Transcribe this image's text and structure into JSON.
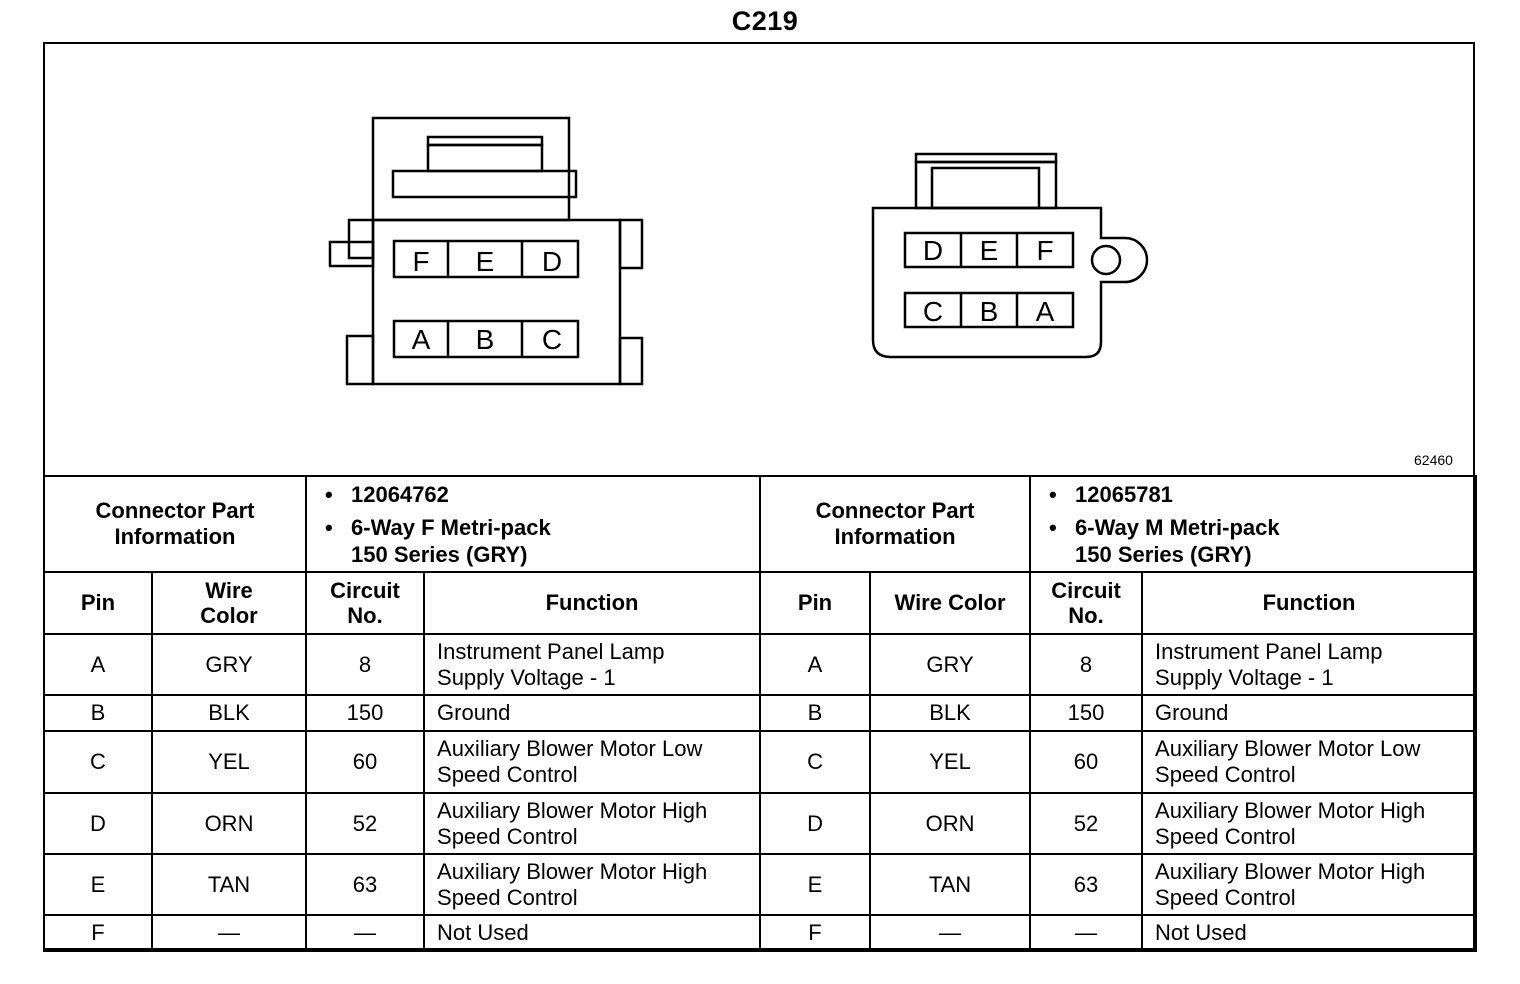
{
  "title": "C219",
  "figure_id": "62460",
  "left_connector": {
    "row_top": [
      "F",
      "E",
      "D"
    ],
    "row_bottom": [
      "A",
      "B",
      "C"
    ]
  },
  "right_connector": {
    "row_top": [
      "D",
      "E",
      "F"
    ],
    "row_bottom": [
      "C",
      "B",
      "A"
    ]
  },
  "part_info": [
    {
      "label_line1": "Connector Part",
      "label_line2": "Information",
      "bullet": "•",
      "part_number": "12064762",
      "desc_line1": "6-Way F Metri-pack",
      "desc_line2": "150 Series (GRY)"
    },
    {
      "label_line1": "Connector Part",
      "label_line2": "Information",
      "bullet": "•",
      "part_number": "12065781",
      "desc_line1": "6-Way M Metri-pack",
      "desc_line2": "150 Series (GRY)"
    }
  ],
  "headers": {
    "left": {
      "pin": "Pin",
      "wire_line1": "Wire",
      "wire_line2": "Color",
      "circuit_line1": "Circuit",
      "circuit_line2": "No.",
      "function": "Function"
    },
    "right": {
      "pin": "Pin",
      "wire": "Wire Color",
      "circuit_line1": "Circuit",
      "circuit_line2": "No.",
      "function": "Function"
    }
  },
  "rows": [
    {
      "pin": "A",
      "wire": "GRY",
      "circuit": "8",
      "fn1": "Instrument Panel Lamp",
      "fn2": "Supply Voltage - 1"
    },
    {
      "pin": "B",
      "wire": "BLK",
      "circuit": "150",
      "fn1": "Ground",
      "fn2": ""
    },
    {
      "pin": "C",
      "wire": "YEL",
      "circuit": "60",
      "fn1": "Auxiliary Blower Motor Low",
      "fn2": "Speed Control"
    },
    {
      "pin": "D",
      "wire": "ORN",
      "circuit": "52",
      "fn1": "Auxiliary Blower Motor High",
      "fn2": "Speed Control"
    },
    {
      "pin": "E",
      "wire": "TAN",
      "circuit": "63",
      "fn1": "Auxiliary Blower Motor High",
      "fn2": "Speed Control"
    },
    {
      "pin": "F",
      "wire": "—",
      "circuit": "—",
      "fn1": "Not Used",
      "fn2": ""
    }
  ]
}
